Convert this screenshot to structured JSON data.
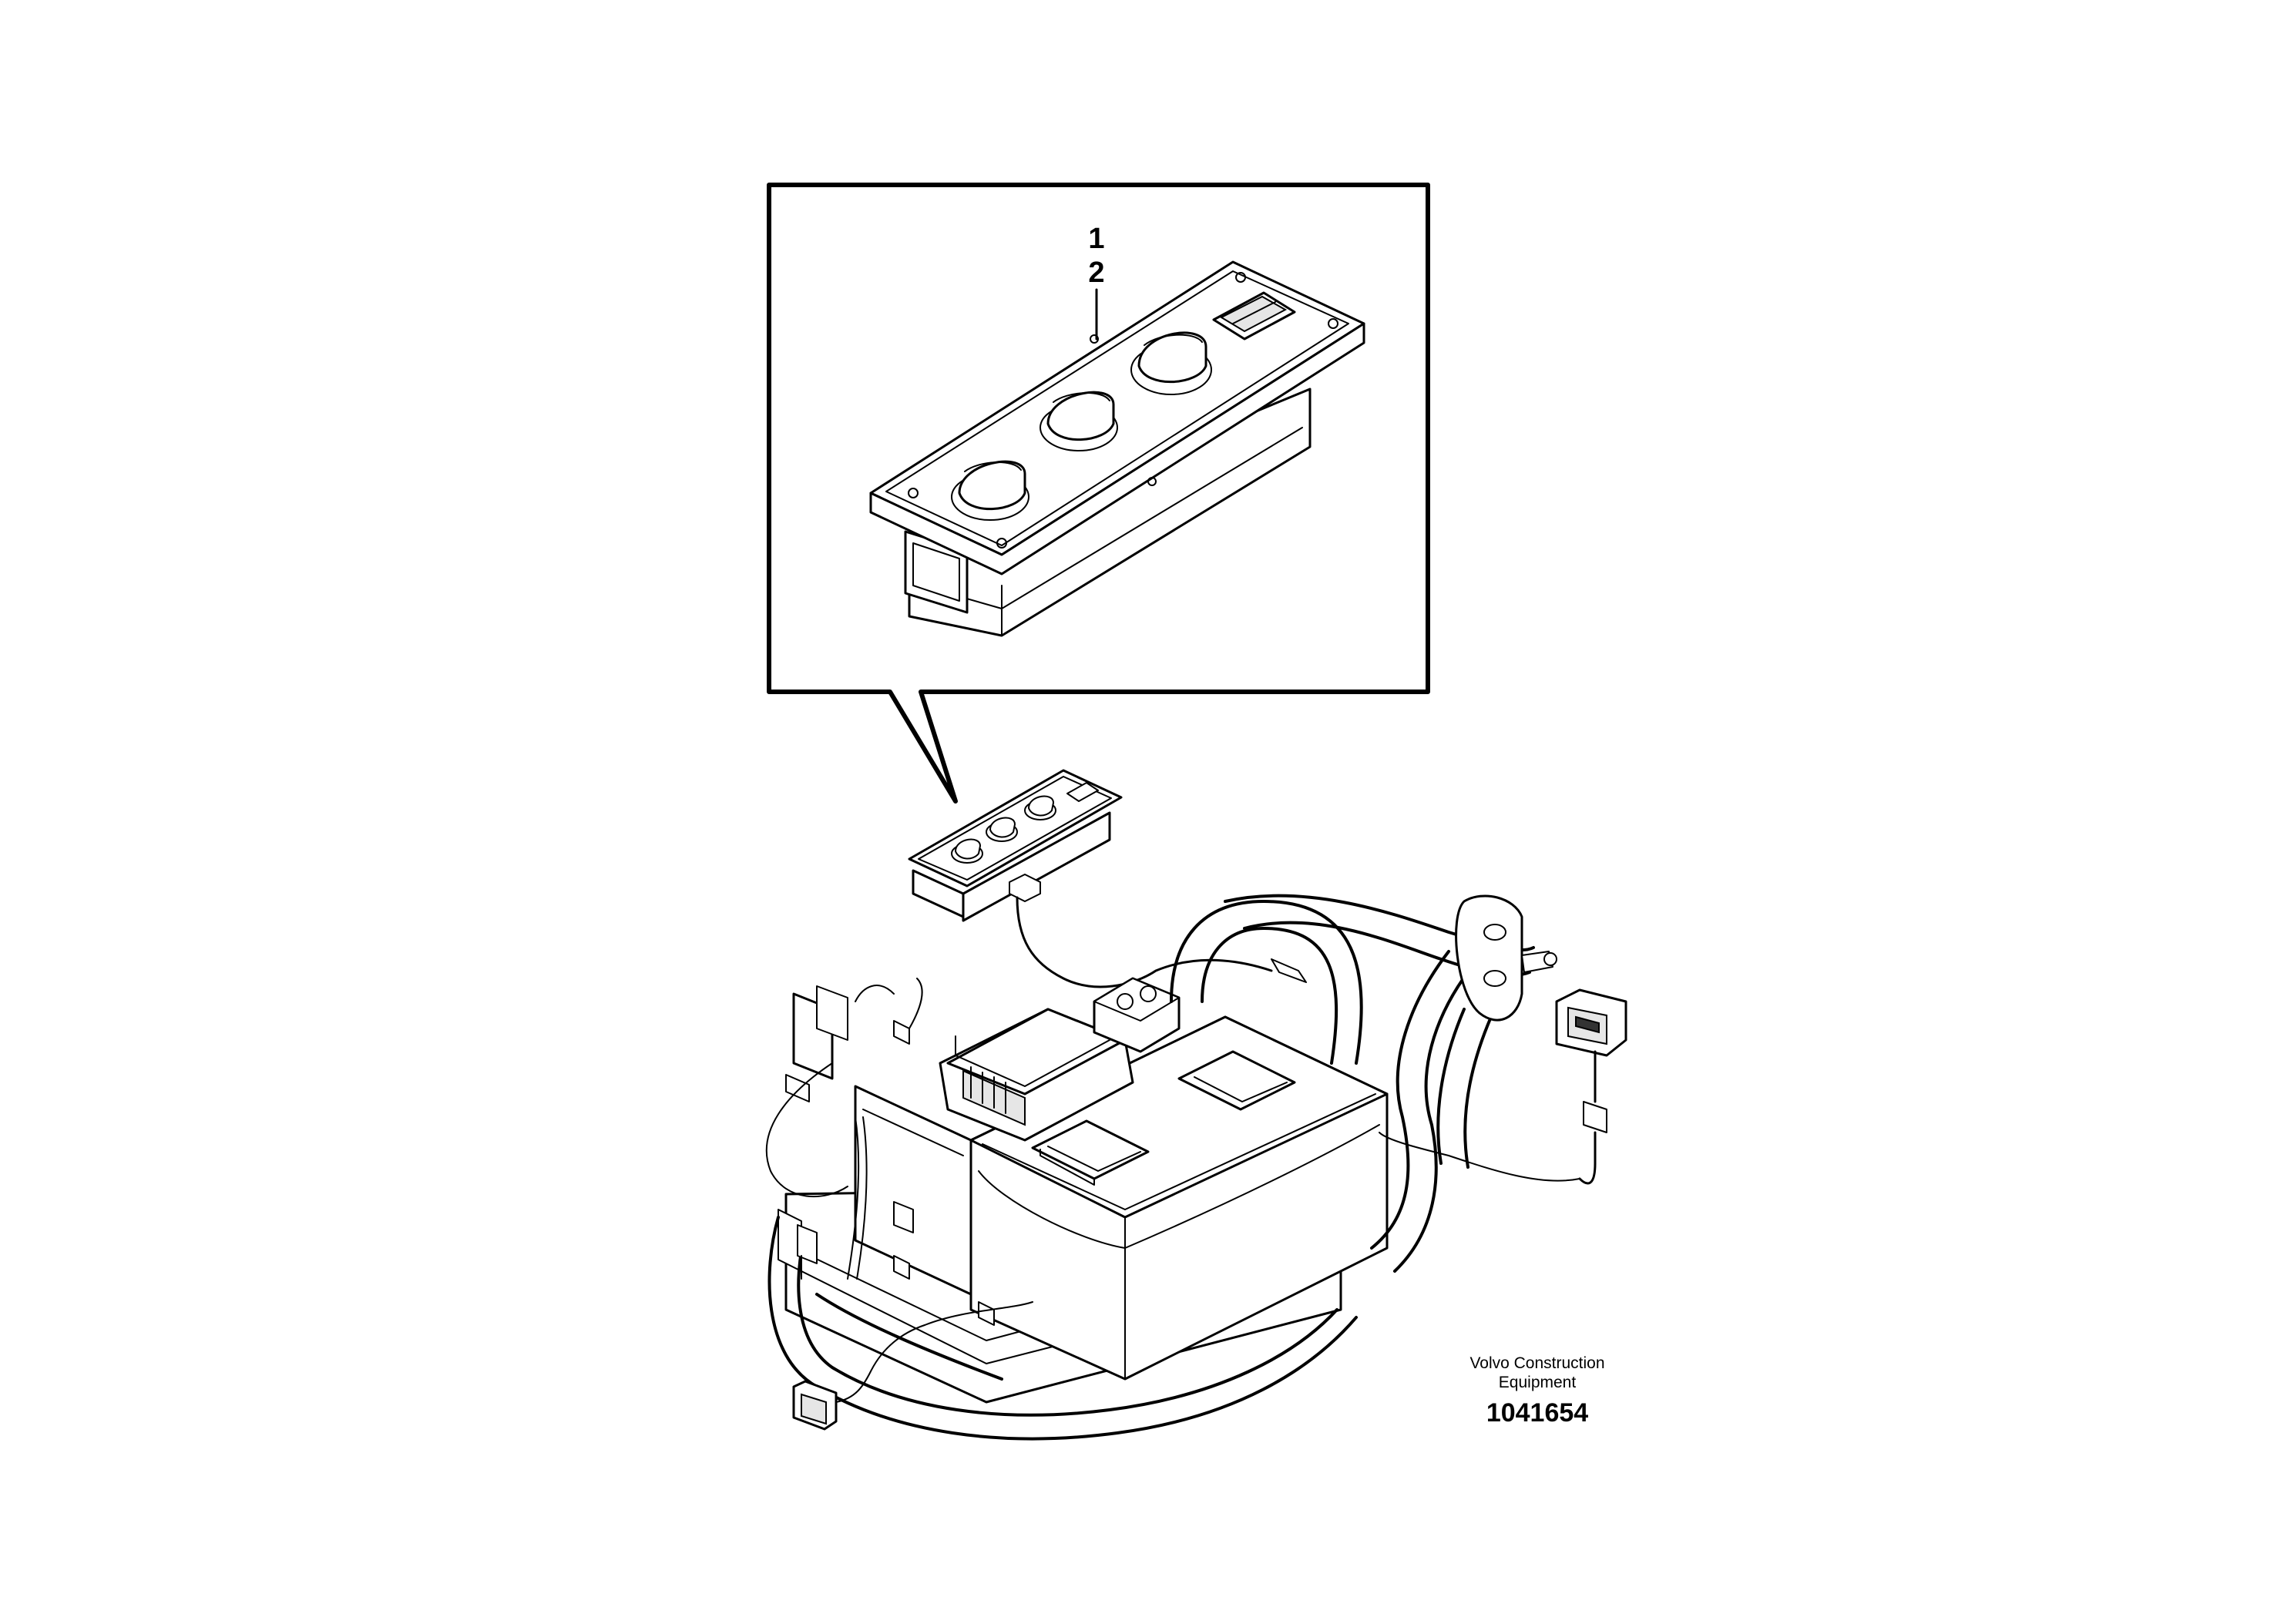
{
  "callouts": {
    "item_1": "1",
    "item_2": "2"
  },
  "footer": {
    "company_line_1": "Volvo Construction",
    "company_line_2": "Equipment",
    "drawing_number": "1041654"
  }
}
